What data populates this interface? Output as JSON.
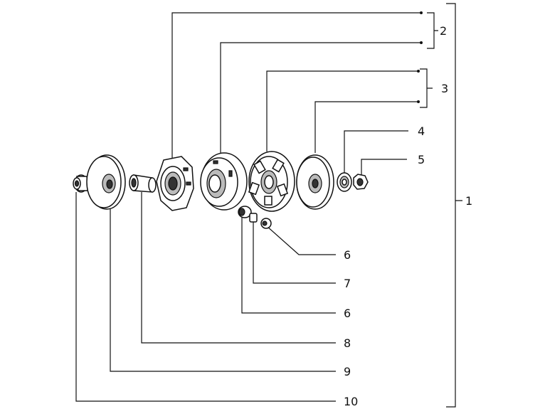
{
  "callouts": {
    "c1": "1",
    "c2": "2",
    "c3": "3",
    "c4": "4",
    "c5": "5",
    "c6a": "6",
    "c7": "7",
    "c6b": "6",
    "c8": "8",
    "c9": "9",
    "c10": "10"
  },
  "colors": {
    "ink": "#111111",
    "background": "#ffffff"
  }
}
